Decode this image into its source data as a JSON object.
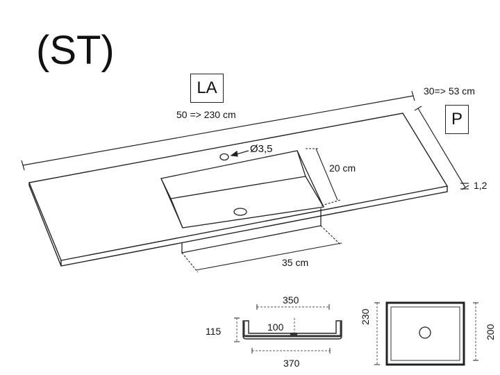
{
  "title": "(ST)",
  "labels": {
    "la_box": "LA",
    "p_box": "P",
    "length_range": "50 => 230 cm",
    "depth_range": "30=> 53 cm",
    "hole_diameter": "Ø3,5",
    "basin_depth": "20 cm",
    "thickness": "1,2",
    "basin_width": "35 cm"
  },
  "section": {
    "top_width": "350",
    "height": "115",
    "inner_depth": "100",
    "bottom_width": "370"
  },
  "plan": {
    "length": "230",
    "width": "200"
  }
}
